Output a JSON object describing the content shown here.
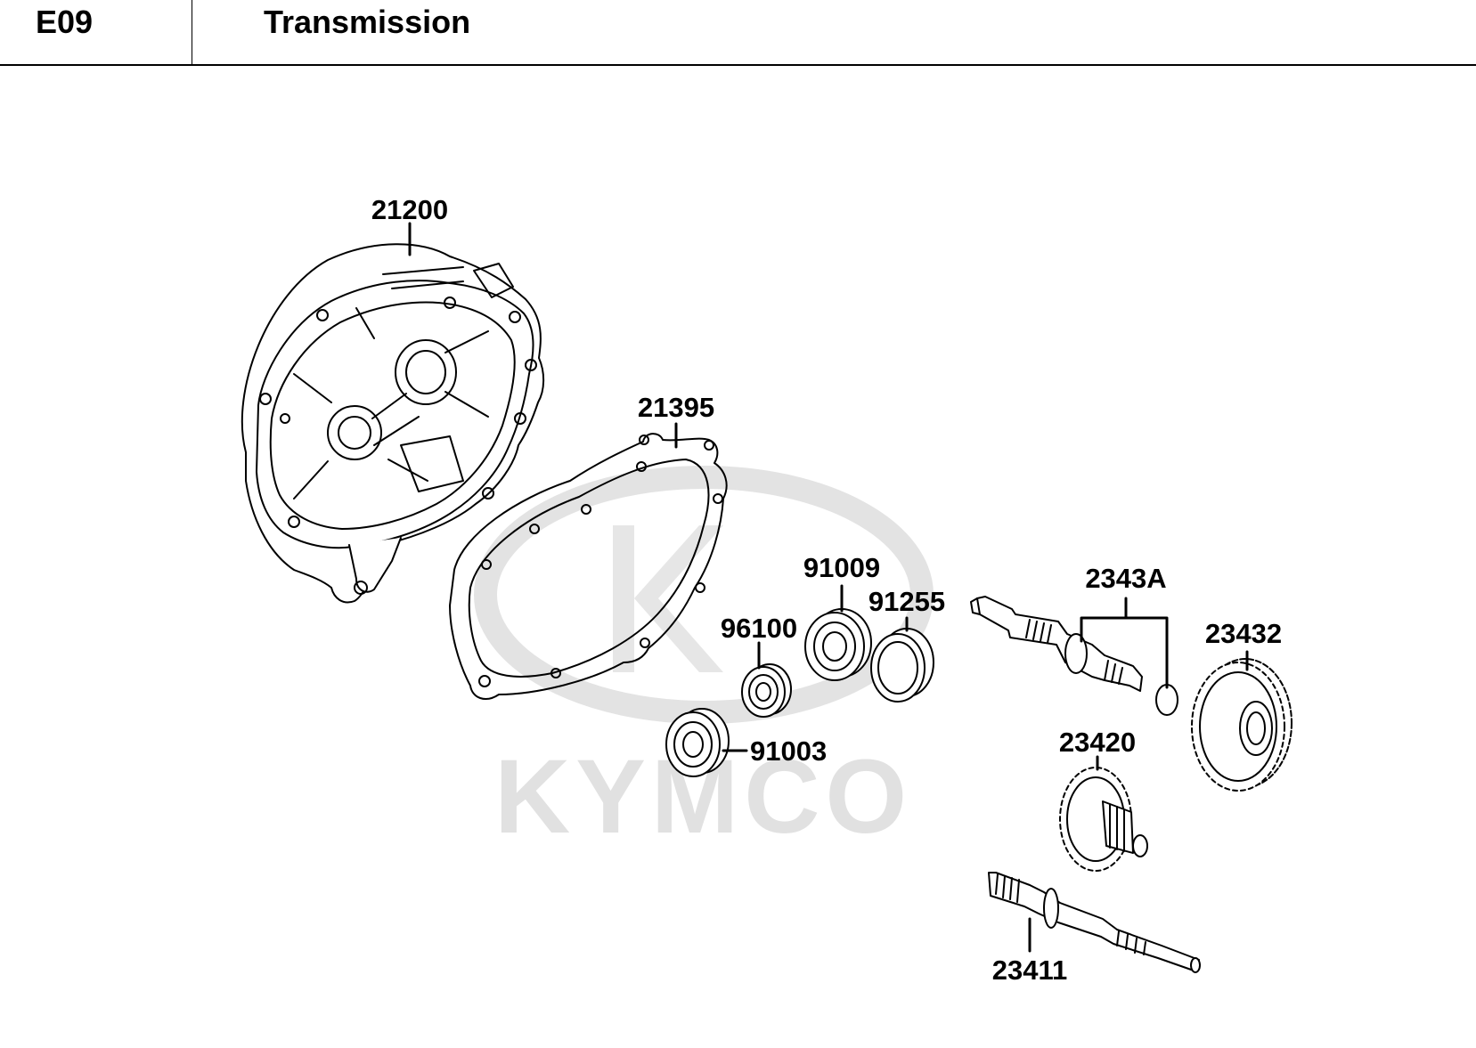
{
  "header": {
    "code": "E09",
    "title": "Transmission"
  },
  "watermark": {
    "brand": "KYMCO",
    "color": "#e1e1e1"
  },
  "parts": [
    {
      "id": "21200",
      "component": "transmission-case"
    },
    {
      "id": "21395",
      "component": "case-gasket"
    },
    {
      "id": "91009",
      "component": "ball-bearing"
    },
    {
      "id": "91255",
      "component": "oil-seal"
    },
    {
      "id": "96100",
      "component": "ball-bearing"
    },
    {
      "id": "91003",
      "component": "ball-bearing"
    },
    {
      "id": "2343A",
      "component": "countershaft-with-circlip"
    },
    {
      "id": "23432",
      "component": "final-gear"
    },
    {
      "id": "23420",
      "component": "counter-gear"
    },
    {
      "id": "23411",
      "component": "drive-shaft"
    }
  ]
}
